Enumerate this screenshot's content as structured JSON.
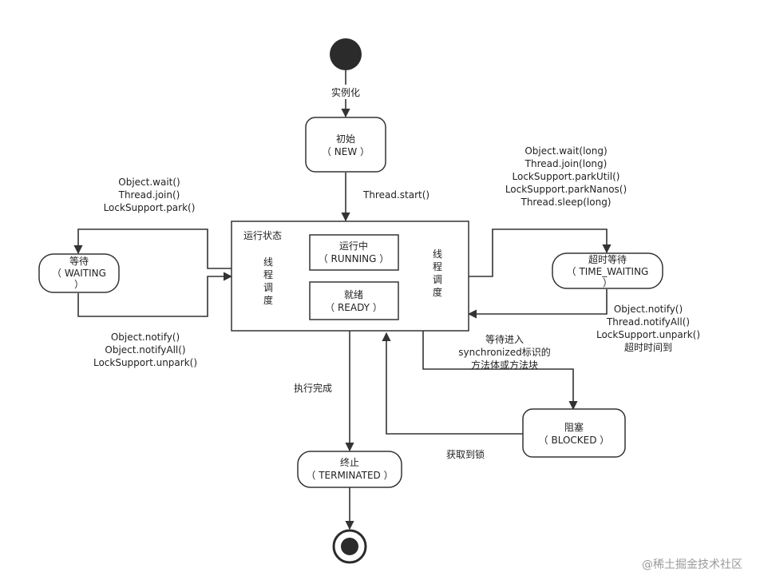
{
  "states": {
    "new": {
      "line1": "初始",
      "line2": "（ NEW ）"
    },
    "running_group": {
      "title": "运行状态"
    },
    "running": {
      "line1": "运行中",
      "line2": "（ RUNNING ）"
    },
    "ready": {
      "line1": "就绪",
      "line2": "（ READY ）"
    },
    "schedule_left": [
      "线",
      "程",
      "调",
      "度"
    ],
    "schedule_right": [
      "线",
      "程",
      "调",
      "度"
    ],
    "waiting": {
      "line1": "等待",
      "line2": "（ WAITING",
      "line3": "）"
    },
    "timed_waiting": {
      "line1": "超时等待",
      "line2": "（ TIME_WAITING",
      "line3": "）"
    },
    "blocked": {
      "line1": "阻塞",
      "line2": "（ BLOCKED ）"
    },
    "terminated": {
      "line1": "终止",
      "line2": "（ TERMINATED ）"
    }
  },
  "transitions": {
    "instantiate": "实例化",
    "start": "Thread.start()",
    "to_waiting": [
      "Object.wait()",
      "Thread.join()",
      "LockSupport.park()"
    ],
    "from_waiting": [
      "Object.notify()",
      "Object.notifyAll()",
      "LockSupport.unpark()"
    ],
    "to_timed_waiting": [
      "Object.wait(long)",
      "Thread.join(long)",
      "LockSupport.parkUtil()",
      "LockSupport.parkNanos()",
      "Thread.sleep(long)"
    ],
    "from_timed_waiting": [
      "Object.notify()",
      "Thread.notifyAll()",
      "LockSupport.unpark()",
      "超时时间到"
    ],
    "to_blocked": [
      "等待进入",
      "synchronized标识的",
      "方法体或方法块"
    ],
    "from_blocked": "获取到锁",
    "finish": "执行完成"
  },
  "watermark": "@稀土掘金技术社区"
}
